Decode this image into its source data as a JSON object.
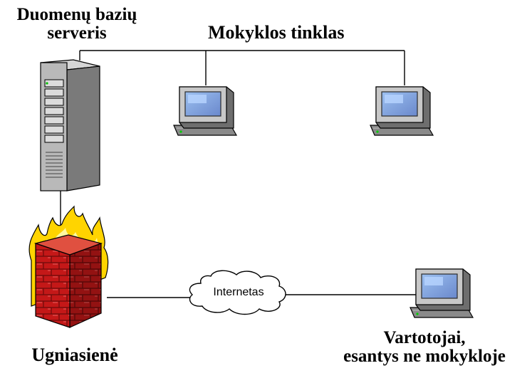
{
  "server": {
    "label_line1": "Duomenų bazių",
    "label_line2": "serveris"
  },
  "network": {
    "label": "Mokyklos tinklas"
  },
  "cloud": {
    "label": "Internetas"
  },
  "firewall": {
    "label": "Ugniasienė"
  },
  "users": {
    "label_line1": "Vartotojai,",
    "label_line2": "esantys ne mokykloje"
  },
  "icons": [
    "server-icon",
    "computer-icon",
    "firewall-icon",
    "cloud-icon"
  ],
  "colors": {
    "line": "#000000",
    "screen": "#7f9fd8",
    "monitor_body": "#c0c0c0",
    "brick": "#c41818",
    "flame_outer": "#ffd400",
    "flame_inner": "#fff8a0"
  }
}
